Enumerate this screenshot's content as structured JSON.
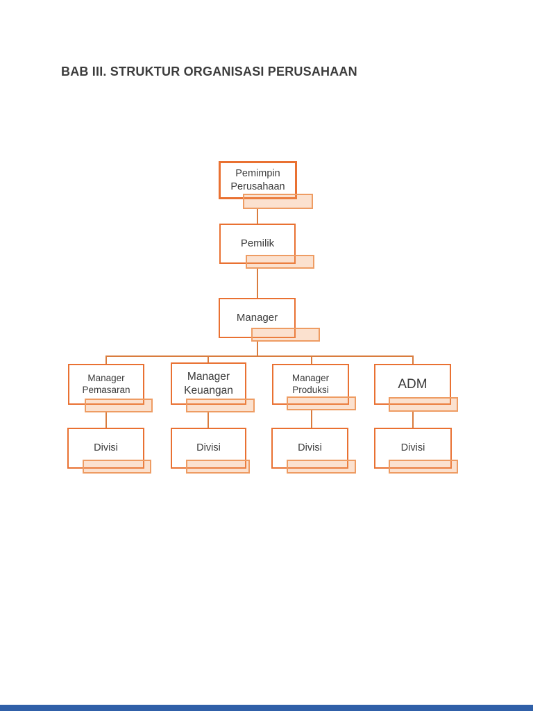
{
  "page": {
    "title": "BAB III. STRUKTUR ORGANISASI PERUSAHAAN"
  },
  "org_chart": {
    "type": "organization-chart",
    "nodes": [
      {
        "id": "pemimpin-perusahaan",
        "label": "Pemimpin Perusahaan",
        "level": 1,
        "reports_to": null
      },
      {
        "id": "pemilik",
        "label": "Pemilik",
        "level": 2,
        "reports_to": "pemimpin-perusahaan"
      },
      {
        "id": "manager",
        "label": "Manager",
        "level": 3,
        "reports_to": "pemilik"
      },
      {
        "id": "manager-pemasaran",
        "label": "Manager Pemasaran",
        "level": 4,
        "reports_to": "manager"
      },
      {
        "id": "manager-keuangan",
        "label": "Manager Keuangan",
        "level": 4,
        "reports_to": "manager"
      },
      {
        "id": "manager-produksi",
        "label": "Manager Produksi",
        "level": 4,
        "reports_to": "manager"
      },
      {
        "id": "adm",
        "label": "ADM",
        "level": 4,
        "reports_to": "manager"
      },
      {
        "id": "divisi-pemasaran",
        "label": "Divisi",
        "level": 5,
        "reports_to": "manager-pemasaran"
      },
      {
        "id": "divisi-keuangan",
        "label": "Divisi",
        "level": 5,
        "reports_to": "manager-keuangan"
      },
      {
        "id": "divisi-produksi",
        "label": "Divisi",
        "level": 5,
        "reports_to": "manager-produksi"
      },
      {
        "id": "divisi-adm",
        "label": "Divisi",
        "level": 5,
        "reports_to": "adm"
      }
    ]
  },
  "colors": {
    "box_border": "#E97132",
    "shadow_border": "#EE9C63",
    "shadow_fill": "#F9DCC9",
    "connector": "#D97C3E",
    "title_text": "#3C3C3C",
    "footer_bar": "#3060A8",
    "page_background": "#FFFFFF"
  }
}
